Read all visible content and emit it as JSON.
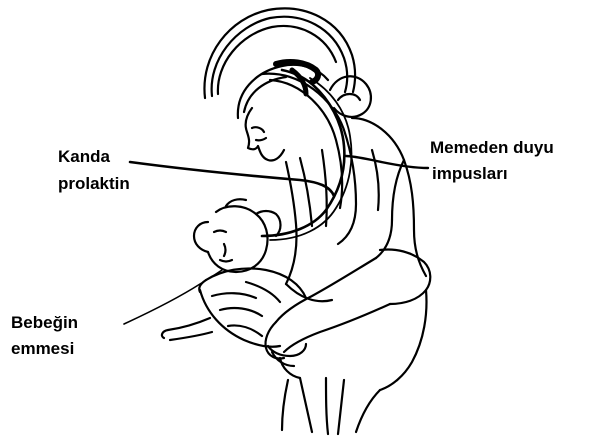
{
  "labels": {
    "blood_prolactin": {
      "line1": "Kanda",
      "line2": "prolaktin"
    },
    "sensory_impulses": {
      "line1": "Memeden duyu",
      "line2": "impusları"
    },
    "baby_suckling": {
      "line1": "Bebeğin",
      "line2": "emmesi"
    }
  },
  "colors": {
    "ink": "#000000",
    "background": "#ffffff"
  }
}
